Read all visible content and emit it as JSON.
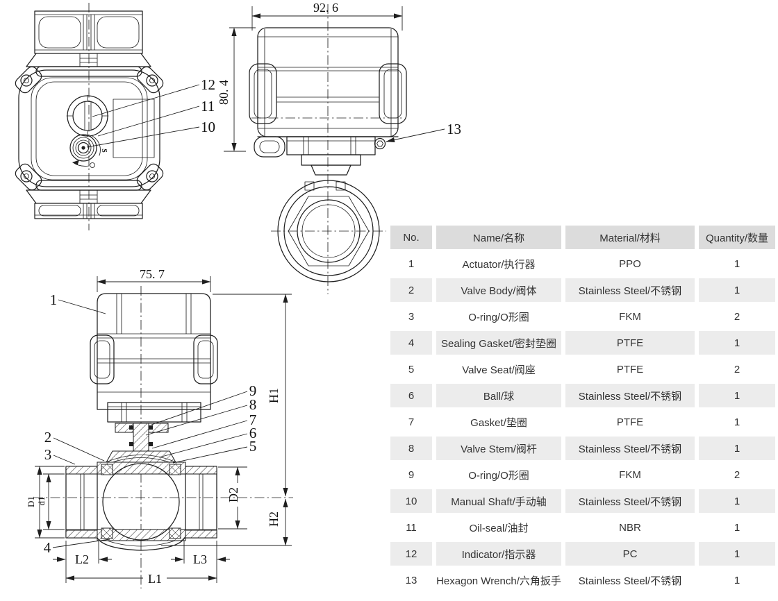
{
  "drawing": {
    "line_color": "#1f1f1f",
    "dims": {
      "side_width": "92. 6",
      "side_height": "80. 4",
      "front_width": "75. 7",
      "h1": "H1",
      "h2": "H2",
      "d1_outer": "D1",
      "d1_inner": "d1",
      "d2": "D2",
      "l1": "L1",
      "l2": "L2",
      "l3": "L3"
    },
    "markers": {
      "s_indicator": "S"
    },
    "callouts": {
      "c1": "1",
      "c2": "2",
      "c3": "3",
      "c4": "4",
      "c5": "5",
      "c6": "6",
      "c7": "7",
      "c8": "8",
      "c9": "9",
      "c10": "10",
      "c11": "11",
      "c12": "12",
      "c13": "13"
    }
  },
  "table": {
    "columns": [
      "No.",
      "Name/名称",
      "Material/材料",
      "Quantity/数量"
    ],
    "rows": [
      [
        "1",
        "Actuator/执行器",
        "PPO",
        "1"
      ],
      [
        "2",
        "Valve Body/阀体",
        "Stainless Steel/不锈钢",
        "1"
      ],
      [
        "3",
        "O-ring/O形圈",
        "FKM",
        "2"
      ],
      [
        "4",
        "Sealing Gasket/密封垫圈",
        "PTFE",
        "1"
      ],
      [
        "5",
        "Valve Seat/阀座",
        "PTFE",
        "2"
      ],
      [
        "6",
        "Ball/球",
        "Stainless Steel/不锈钢",
        "1"
      ],
      [
        "7",
        "Gasket/垫圈",
        "PTFE",
        "1"
      ],
      [
        "8",
        "Valve Stem/阀杆",
        "Stainless Steel/不锈钢",
        "1"
      ],
      [
        "9",
        "O-ring/O形圈",
        "FKM",
        "2"
      ],
      [
        "10",
        "Manual Shaft/手动轴",
        "Stainless Steel/不锈钢",
        "1"
      ],
      [
        "11",
        "Oil-seal/油封",
        "NBR",
        "1"
      ],
      [
        "12",
        "Indicator/指示器",
        "PC",
        "1"
      ],
      [
        "13",
        "Hexagon Wrench/六角扳手",
        "Stainless Steel/不锈钢",
        "1"
      ]
    ],
    "colors": {
      "header_bg": "#dcdcdc",
      "stripe_bg": "#ececec",
      "text": "#333333"
    }
  }
}
